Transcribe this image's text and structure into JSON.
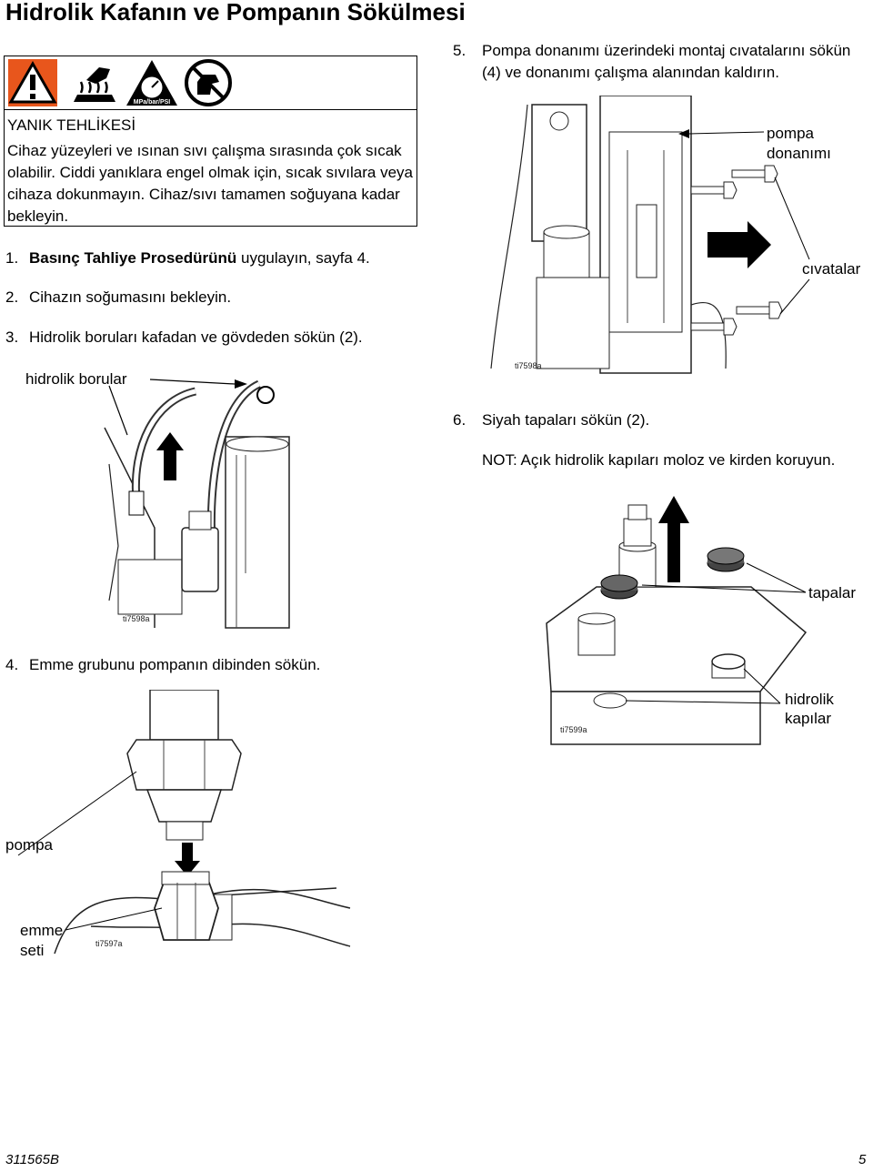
{
  "page": {
    "title": "Hidrolik Kafanın ve Pompanın Sökülmesi",
    "footer_doc": "311565B",
    "footer_page": "5"
  },
  "warning": {
    "icons": [
      "warning-triangle-icon",
      "hot-surface-icon",
      "pressure-gauge-icon",
      "no-touch-icon"
    ],
    "gauge_label": "MPa/bar/PSI",
    "heading": "YANIK TEHLİKESİ",
    "body": "Cihaz yüzeyleri ve ısınan sıvı çalışma sırasında çok sıcak olabilir. Ciddi yanıklara engel olmak için, sıcak sıvılara veya cihaza dokunmayın. Cihaz/sıvı tamamen soğuyana kadar bekleyin."
  },
  "steps": [
    {
      "num": "1.",
      "bold": "Basınç Tahliye Prosedürünü",
      "text": " uygulayın, sayfa 4."
    },
    {
      "num": "2.",
      "text": "Cihazın soğumasını bekleyin."
    },
    {
      "num": "3.",
      "text": "Hidrolik boruları kafadan ve gövdeden sökün (2)."
    },
    {
      "num": "4.",
      "text": "Emme grubunu pompanın dibinden sökün."
    },
    {
      "num": "5.",
      "text": "Pompa donanımı üzerindeki montaj cıvatalarını sökün (4) ve donanımı çalışma alanından kaldırın."
    },
    {
      "num": "6.",
      "text": "Siyah tapaları sökün (2)."
    }
  ],
  "note": "NOT: Açık hidrolik kapıları moloz ve kirden koruyun.",
  "figures": {
    "hoses": {
      "label": "hidrolik borular",
      "tag": "ti7598a"
    },
    "suction": {
      "label_pump": "pompa",
      "label_kit_1": "emme",
      "label_kit_2": "seti",
      "tag": "ti7597a"
    },
    "pump_hw": {
      "label_hw_1": "pompa",
      "label_hw_2": "donanımı",
      "label_bolts": "cıvatalar",
      "tag": "ti7598a"
    },
    "plugs": {
      "label_plugs": "tapalar",
      "label_ports_1": "hidrolik",
      "label_ports_2": "kapılar",
      "tag": "ti7599a"
    }
  }
}
